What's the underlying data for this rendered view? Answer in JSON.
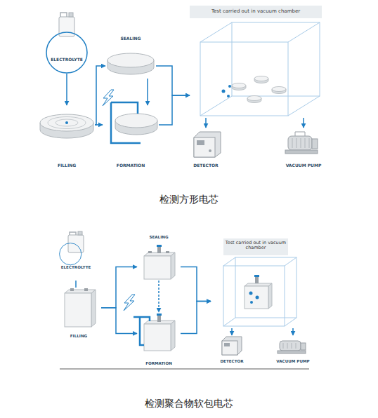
{
  "diagram": {
    "nodes": [
      {
        "text": [
          "ELECTROLYTE"
        ]
      },
      {
        "text": [
          "FILLING"
        ]
      },
      {
        "text": [
          "SEALING"
        ]
      },
      {
        "text": [
          "FORMATION"
        ]
      },
      {
        "text": [
          "Test carried out in vacuum chamber"
        ]
      },
      {
        "text": [
          "DETECTOR"
        ]
      },
      {
        "text": [
          "VACUUM PUMP"
        ]
      },
      {
        "text": [
          "ELECTROLYTE"
        ]
      },
      {
        "text": [
          "FILLING"
        ]
      },
      {
        "text": [
          "SEALING"
        ]
      },
      {
        "text": [
          "FORMATION"
        ]
      },
      {
        "text": [
          "Test carried out in vacuum chamber"
        ]
      },
      {
        "text": [
          "DETECTOR"
        ]
      },
      {
        "text": [
          "VACUUM PUMP"
        ]
      }
    ],
    "edges": [
      {
        "from": 0,
        "to": 1,
        "arrow": "to"
      },
      {
        "from": 1,
        "to": 2,
        "arrow": "to"
      },
      {
        "from": 1,
        "to": 3,
        "arrow": "to"
      },
      {
        "from": 2,
        "to": 3,
        "arrow": "to"
      },
      {
        "from": 2,
        "to": 4,
        "arrow": "to"
      },
      {
        "from": 3,
        "to": 4,
        "arrow": "to"
      },
      {
        "from": 4,
        "to": 5,
        "arrow": "to"
      },
      {
        "from": 4,
        "to": 6,
        "arrow": "to"
      },
      {
        "from": 7,
        "to": 8,
        "arrow": "none"
      },
      {
        "from": 8,
        "to": 9,
        "arrow": "to"
      },
      {
        "from": 8,
        "to": 10,
        "arrow": "to"
      },
      {
        "from": 9,
        "to": 10,
        "arrow": "to"
      },
      {
        "from": 9,
        "to": 11,
        "arrow": "to"
      },
      {
        "from": 10,
        "to": 11,
        "arrow": "to"
      },
      {
        "from": 11,
        "to": 12,
        "arrow": "to"
      },
      {
        "from": 11,
        "to": 13,
        "arrow": "to"
      }
    ],
    "labels": [
      "检测方形电芯",
      "检测聚合物软包电芯"
    ]
  }
}
